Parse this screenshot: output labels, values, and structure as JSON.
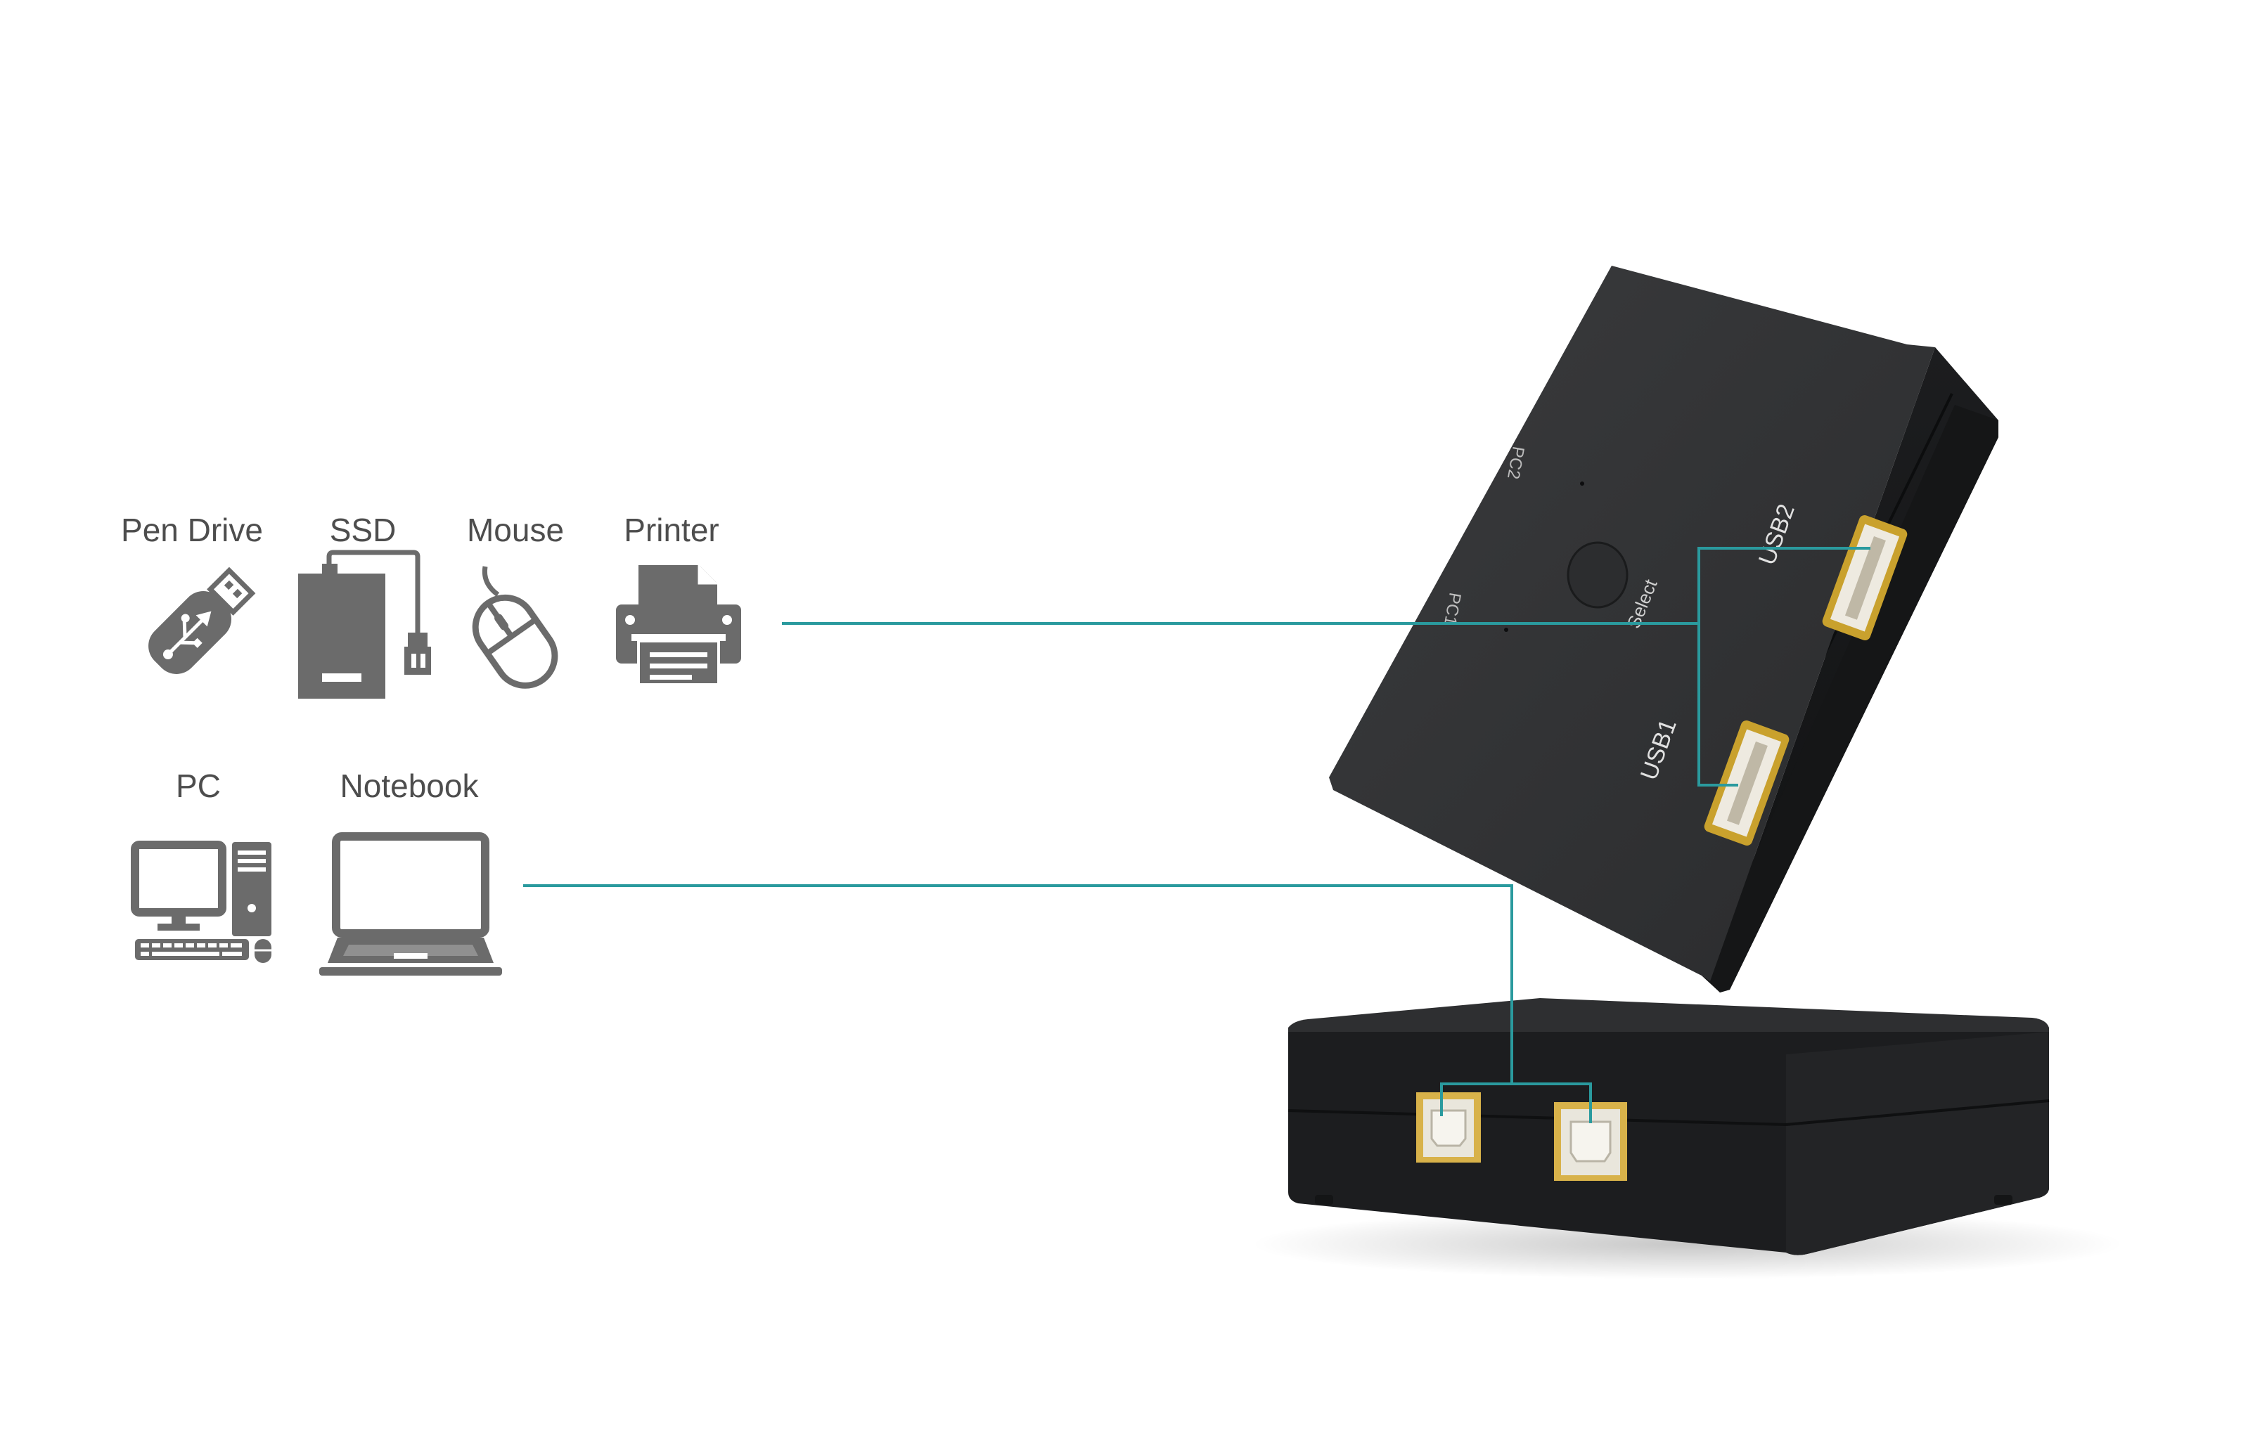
{
  "device_labels": {
    "pen_drive": "Pen Drive",
    "ssd": "SSD",
    "mouse": "Mouse",
    "printer": "Printer",
    "pc": "PC",
    "notebook": "Notebook"
  },
  "switch_labels": {
    "pc1": "PC1",
    "pc2": "PC2",
    "select": "Select",
    "usb1": "USB1",
    "usb2": "USB2"
  },
  "colors": {
    "connector_line": "#2a9a9e",
    "icon_gray": "#6b6b6b",
    "label_gray": "#4d4d4d",
    "device_black": "#2b2c2e",
    "port_gold": "#c9a12d"
  },
  "icons": [
    "pen-drive-icon",
    "ssd-icon",
    "mouse-icon",
    "printer-icon",
    "pc-icon",
    "notebook-icon"
  ]
}
